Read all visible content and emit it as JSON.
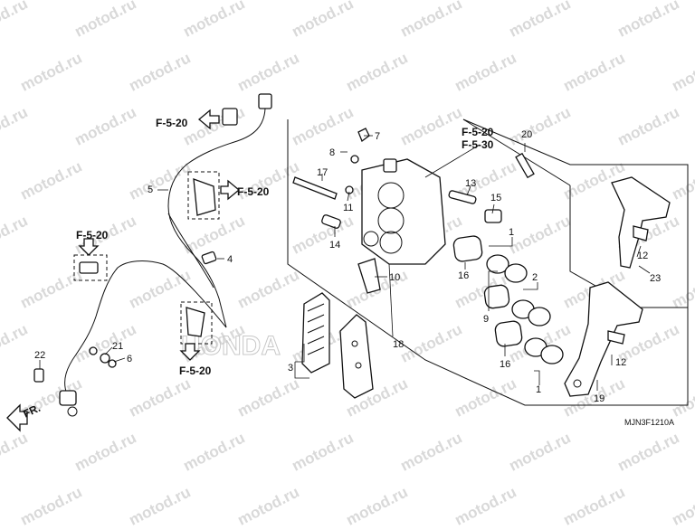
{
  "watermark": "motod.ru",
  "brand_watermark": "HONDA",
  "diagram_code": "MJN3F1210A",
  "direction_label": "FR.",
  "refs": {
    "f520_top": "F-5-20",
    "f520_caliper": "F-5-20",
    "f530_caliper": "F-5-30",
    "f520_sensor": "F-5-20",
    "f520_left": "F-5-20",
    "f520_bottom": "F-5-20"
  },
  "part_labels": {
    "p1a": "1",
    "p1b": "1",
    "p2": "2",
    "p3": "3",
    "p4": "4",
    "p5": "5",
    "p6": "6",
    "p7": "7",
    "p8": "8",
    "p9": "9",
    "p10": "10",
    "p11": "11",
    "p12a": "12",
    "p12b": "12",
    "p13": "13",
    "p14": "14",
    "p15": "15",
    "p16a": "16",
    "p16b": "16",
    "p17": "17",
    "p18": "18",
    "p19": "19",
    "p20": "20",
    "p21": "21",
    "p22": "22",
    "p23": "23"
  }
}
